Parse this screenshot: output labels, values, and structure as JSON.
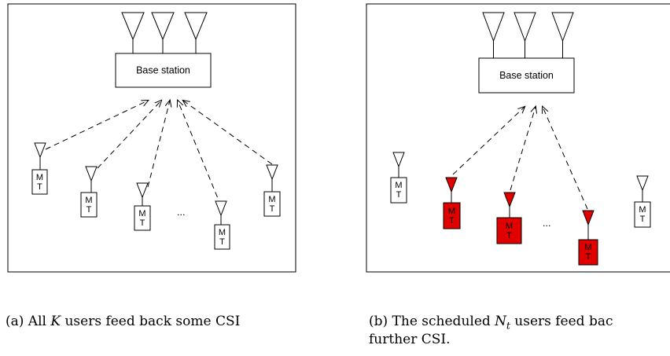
{
  "panel_a": {
    "base_station_label": "Base station",
    "terminal_label": "M\nT",
    "ellipsis": "...",
    "caption_prefix": "(a) All ",
    "caption_var": "K",
    "caption_suffix": " users feed back some CSI"
  },
  "panel_b": {
    "base_station_label": "Base station",
    "terminal_label": "M\nT",
    "ellipsis": "...",
    "caption_prefix": "(b) The scheduled ",
    "caption_var": "N",
    "caption_sub": "t",
    "caption_suffix": " users feed bac",
    "caption_line2": "further CSI."
  },
  "colors": {
    "scheduled_terminal": "#e00000",
    "idle_terminal": "#ffffff",
    "stroke": "#000000"
  }
}
